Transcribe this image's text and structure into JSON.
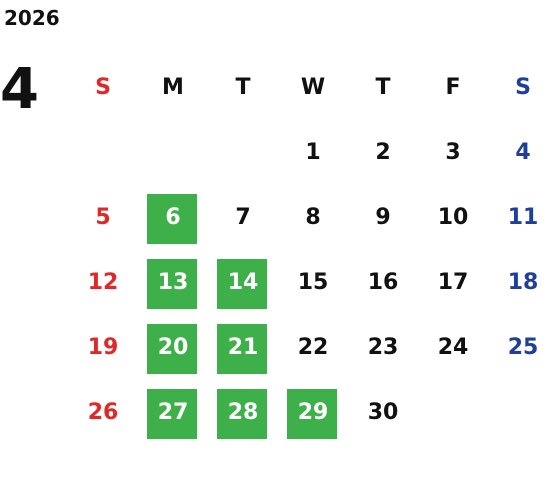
{
  "calendar": {
    "year": "2026",
    "month": "4",
    "weekdays": [
      "S",
      "M",
      "T",
      "W",
      "T",
      "F",
      "S"
    ],
    "leading_blanks": 3,
    "days": [
      "1",
      "2",
      "3",
      "4",
      "5",
      "6",
      "7",
      "8",
      "9",
      "10",
      "11",
      "12",
      "13",
      "14",
      "15",
      "16",
      "17",
      "18",
      "19",
      "20",
      "21",
      "22",
      "23",
      "24",
      "25",
      "26",
      "27",
      "28",
      "29",
      "30"
    ],
    "highlighted_days": [
      "6",
      "13",
      "14",
      "20",
      "21",
      "27",
      "28",
      "29"
    ],
    "colors": {
      "sunday": "#e02828",
      "saturday": "#1f3f9a",
      "default": "#111111",
      "highlight_bg": "#3db04a",
      "highlight_text": "#ffffff"
    }
  }
}
